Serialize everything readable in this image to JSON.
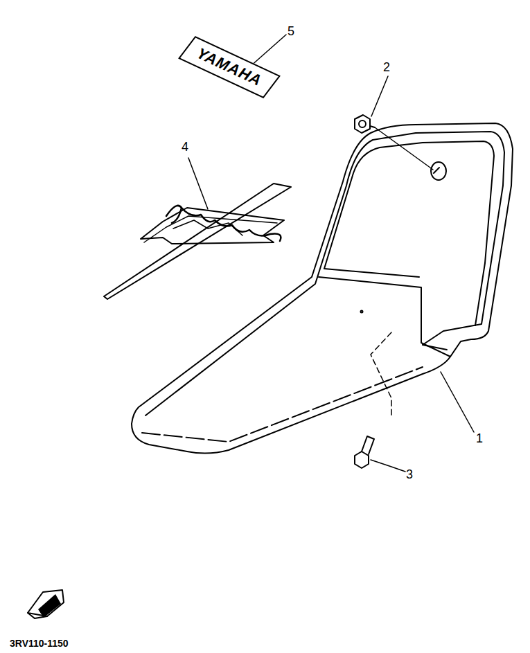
{
  "diagram": {
    "nodes": [
      {
        "text": [
          "YAMAHA"
        ]
      }
    ],
    "labels": [
      "1",
      "2",
      "3",
      "4",
      "5",
      "3RV110-1150"
    ]
  }
}
